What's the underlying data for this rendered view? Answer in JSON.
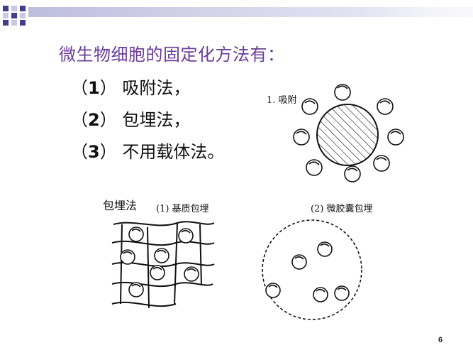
{
  "slide": {
    "title": "微生物细胞的固定化方法有：",
    "items": [
      {
        "num": "1",
        "text": "吸附法，"
      },
      {
        "num": "2",
        "text": "包埋法，"
      },
      {
        "num": "3",
        "text": "不用载体法。"
      }
    ],
    "figures": {
      "adsorption_caption": "1. 吸附",
      "embedding_caption": "包埋法",
      "matrix_caption": "(1) 基质包埋",
      "microcapsule_caption": "(2) 微胶囊包埋"
    },
    "page_number": "6"
  },
  "colors": {
    "title": "#6a3d99",
    "checker_dark": "#3f3f8f",
    "checker_light": "#c8c8e4"
  }
}
